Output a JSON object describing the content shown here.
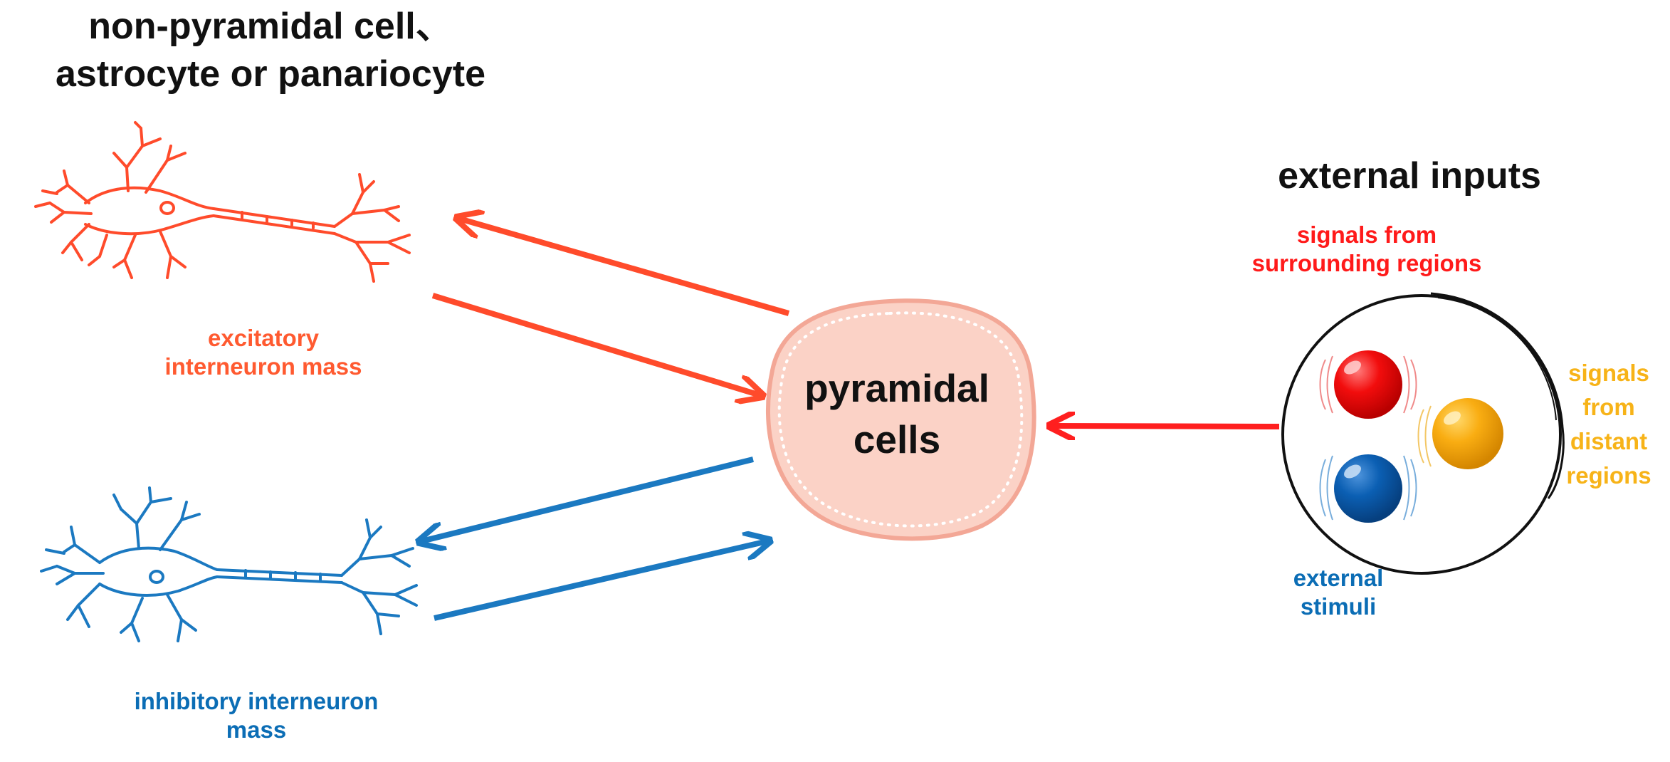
{
  "title": "non-pyramidal cell、\nastrocyte or panariocyte",
  "excitatory_label": "excitatory\ninterneuron mass",
  "inhibitory_label": "inhibitory interneuron\nmass",
  "pyramidal_label": "pyramidal\ncells",
  "external_inputs": {
    "title": "external inputs",
    "surrounding_label": "signals from\nsurrounding regions",
    "distant_label": "signals\nfrom\ndistant\nregions",
    "stimuli_label": "external\nstimuli"
  },
  "colors": {
    "excitatory": "#ff4b2b",
    "inhibitory": "#1b79c1",
    "pyramidal_fill": "#fbd2c6",
    "pyramidal_stroke": "#f3a796",
    "red_arrow": "#ff1f1f",
    "surrounding": "#ff1a1a",
    "distant": "#f7b318",
    "stimuli": "#0b6db5"
  },
  "icons": [
    "excitatory-neuron-icon",
    "inhibitory-neuron-icon",
    "red-sphere-icon",
    "yellow-sphere-icon",
    "blue-sphere-icon"
  ]
}
